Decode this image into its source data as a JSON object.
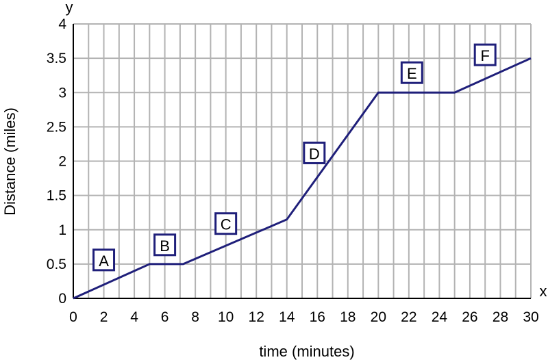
{
  "chart_data": {
    "type": "line",
    "xlabel": "time (minutes)",
    "ylabel": "Distance (miles)",
    "x_axis_letter": "x",
    "y_axis_letter": "y",
    "xlim": [
      0,
      30
    ],
    "ylim": [
      0,
      4
    ],
    "x_ticks": [
      0,
      2,
      4,
      6,
      8,
      10,
      12,
      14,
      16,
      18,
      20,
      22,
      24,
      26,
      28,
      30
    ],
    "x_tick_labels": [
      "0",
      "2",
      "4",
      "6",
      "8",
      "10",
      "12",
      "14",
      "16",
      "18",
      "20",
      "22",
      "24",
      "26",
      "28",
      "30"
    ],
    "y_ticks": [
      0,
      0.5,
      1,
      1.5,
      2,
      2.5,
      3,
      3.5,
      4
    ],
    "y_tick_labels": [
      "0",
      "0.5",
      "1",
      "1.5",
      "2",
      "2.5",
      "3",
      "3.5",
      "4"
    ],
    "grid": true,
    "series": [
      {
        "x": [
          0,
          5,
          7.2,
          14,
          20,
          25,
          30
        ],
        "y": [
          0,
          0.5,
          0.5,
          1.15,
          3,
          3,
          3.5
        ]
      }
    ],
    "segment_labels": [
      {
        "text": "A",
        "x": 2,
        "y": 0.55
      },
      {
        "text": "B",
        "x": 6,
        "y": 0.77
      },
      {
        "text": "C",
        "x": 10,
        "y": 1.08
      },
      {
        "text": "D",
        "x": 15.8,
        "y": 2.11
      },
      {
        "text": "E",
        "x": 22.2,
        "y": 3.28
      },
      {
        "text": "F",
        "x": 27,
        "y": 3.54
      }
    ],
    "colors": {
      "line": "#1f1f7a",
      "label_box": "#1f1f7a",
      "grid": "#b3b3b3",
      "axis": "#000000"
    }
  }
}
